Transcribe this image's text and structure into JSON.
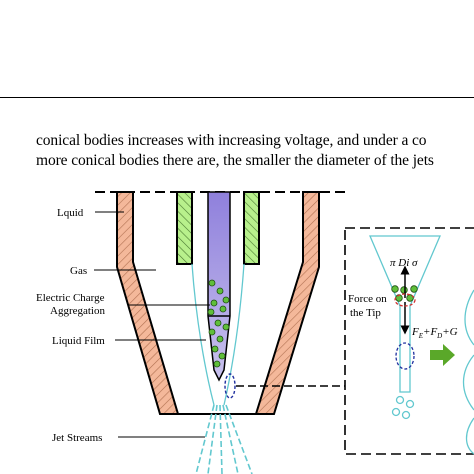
{
  "paragraph": {
    "line1": "conical bodies increases with increasing voltage, and under a co",
    "line2": "more conical bodies there are, the smaller the diameter of the jets"
  },
  "figure": {
    "labels": {
      "liquid": "Lquid",
      "gas": "Gas",
      "aggregation_line1": "Electric Charge",
      "aggregation_line2": "Aggregation",
      "liquid_film": "Liquid Film",
      "jet_streams": "Jet Streams",
      "force_line1": "Force on",
      "force_line2": "the Tip",
      "surface_tension": "π Di σ",
      "forces_sum": "F",
      "forces_sub_e": "E",
      "forces_plus1": "+F",
      "forces_sub_d": "D",
      "forces_plus2": "+G"
    },
    "colors": {
      "outer_wall": "#f4b89a",
      "inner_tube": "#b8f08c",
      "liquid_core": "#a79be0",
      "liquid_film": "#62c8cf",
      "charges": "#5fbf3a",
      "arrow": "#5aa829"
    }
  }
}
